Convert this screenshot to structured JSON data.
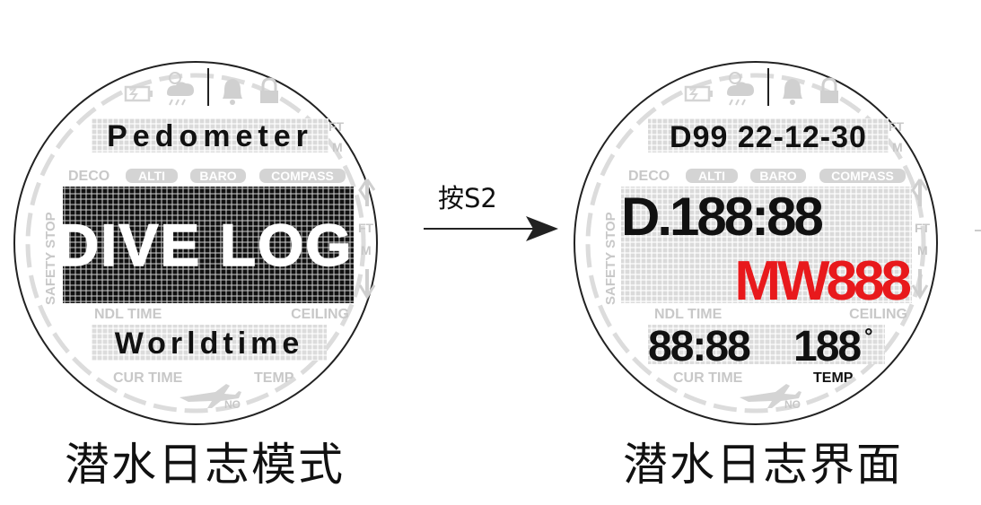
{
  "colors": {
    "outline": "#222222",
    "ghost": "#dedede",
    "ghost_text": "#c8c8c8",
    "lit": "#111111",
    "lit_red": "#e8191c"
  },
  "left_watch": {
    "icons": [
      "battery-icon",
      "weather-icon",
      "bell-icon",
      "lock-icon"
    ],
    "top_row_text": "Pedometer",
    "unit_ft": "FT",
    "unit_m": "M",
    "mode_labels": {
      "deco": "DECO",
      "alti": "ALTI",
      "baro": "BARO",
      "compass": "COMPASS"
    },
    "side_label": "SAFETY STOP",
    "main_text": "DIVE LOG",
    "ndl_time": "NDL TIME",
    "ceiling": "CEILING",
    "bottom_row_text": "Worldtime",
    "cur_time": "CUR TIME",
    "temp": "TEMP",
    "no_fly": "NO",
    "caption": "潜水日志模式"
  },
  "transition": {
    "label": "按S2"
  },
  "right_watch": {
    "icons": [
      "battery-icon",
      "weather-icon",
      "bell-icon",
      "lock-icon"
    ],
    "top_row_text": "D99 22-12-30",
    "unit_ft": "FT",
    "unit_m": "M",
    "mode_labels": {
      "deco": "DECO",
      "alti": "ALTI",
      "baro": "BARO",
      "compass": "COMPASS"
    },
    "side_label": "SAFETY STOP",
    "main_value": "D.188:88",
    "main_sub_value": "MW888",
    "ndl_time": "NDL TIME",
    "ceiling": "CEILING",
    "time_value": "88:88",
    "temp_value": "188",
    "temp_unit": "°",
    "cur_time": "CUR TIME",
    "temp": "TEMP",
    "no_fly": "NO",
    "caption": "潜水日志界面"
  }
}
